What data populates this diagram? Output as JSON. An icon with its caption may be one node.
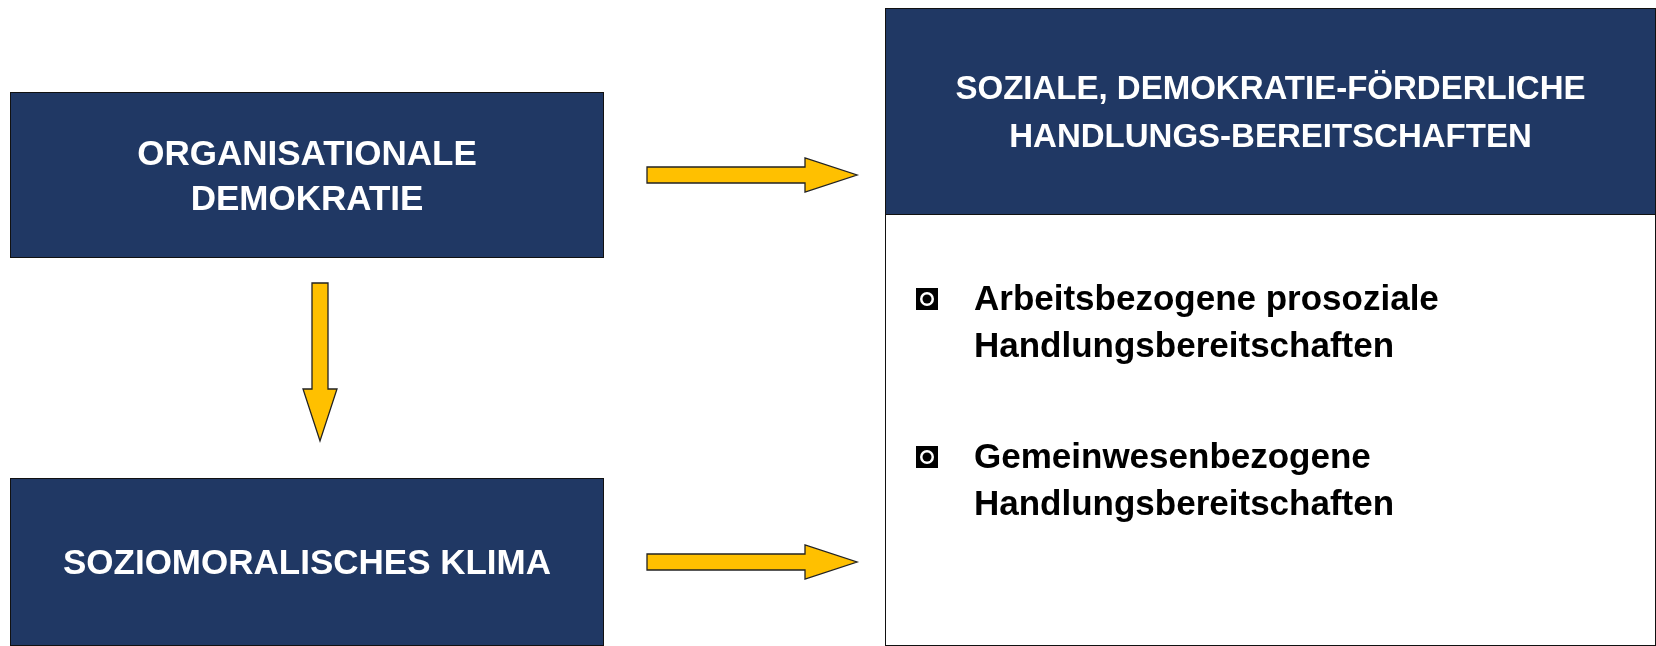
{
  "diagram": {
    "nodes": [
      {
        "text": [
          "ORGANISATIONALE DEMOKRATIE"
        ]
      },
      {
        "text": [
          "SOZIOMORALISCHES KLIMA"
        ]
      },
      {
        "text": [
          "SOZIALE, DEMOKRATIE-FÖRDERLICHE HANDLUNGS-BEREITSCHAFTEN",
          "Arbeitsbezogene prosoziale Handlungsbereitschaften",
          "Gemeinwesenbezogene Handlungsbereitschaften"
        ]
      }
    ],
    "edges": [
      {
        "from": 0,
        "to": 2,
        "arrow": "to"
      },
      {
        "from": 1,
        "to": 2,
        "arrow": "to"
      },
      {
        "from": 0,
        "to": 1,
        "arrow": "to"
      }
    ]
  }
}
